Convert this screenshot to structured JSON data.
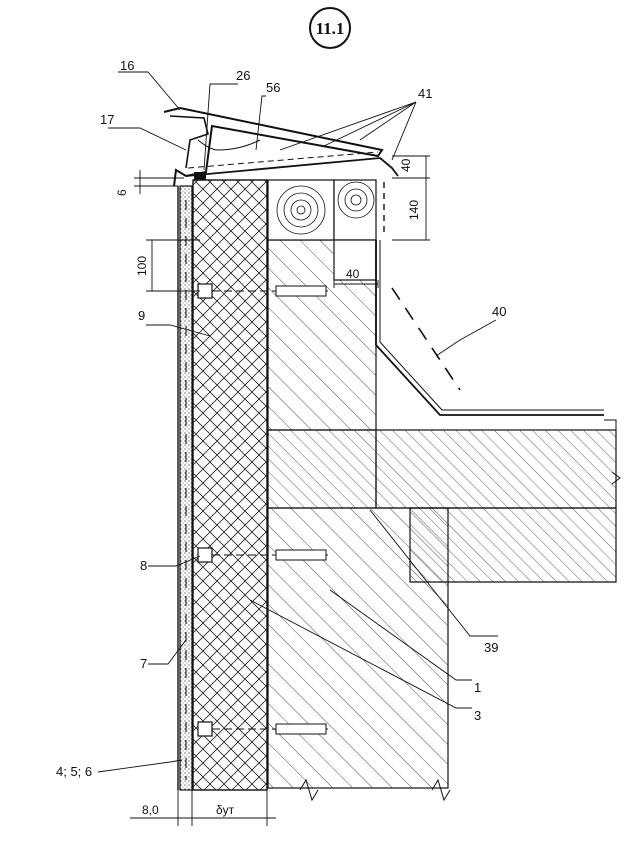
{
  "title": "11.1",
  "labels": {
    "l16": "16",
    "l26": "26",
    "l56": "56",
    "l41": "41",
    "l17": "17",
    "l9": "9",
    "l40": "40",
    "l8": "8",
    "l39": "39",
    "l7": "7",
    "l1": "1",
    "l3": "3",
    "l456": "4; 5; 6"
  },
  "dimensions": {
    "d6": "6",
    "d100": "100",
    "d40_top": "40",
    "d140": "140",
    "d40_mid": "40",
    "d8": "8,0",
    "d_ut": "δут"
  }
}
